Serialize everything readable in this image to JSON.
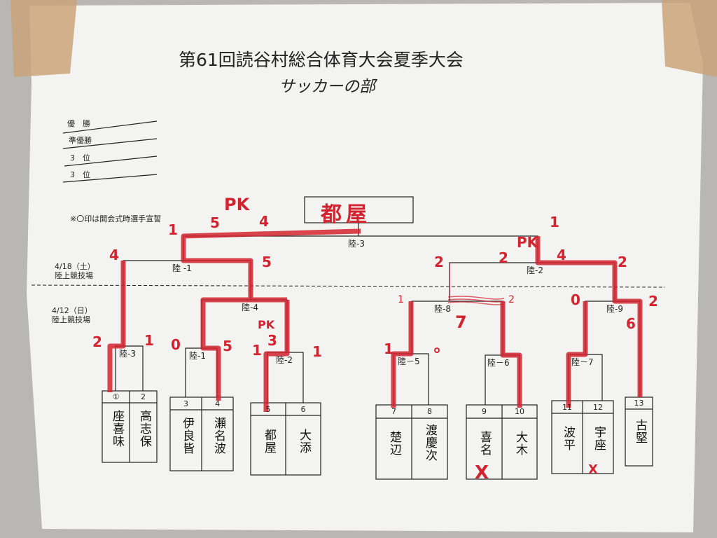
{
  "header": {
    "title": "第61回読谷村総合体育大会夏季大会",
    "subtitle": "サッカーの部"
  },
  "results": {
    "places": [
      "優　勝",
      "準優勝",
      "3　位",
      "3　位"
    ]
  },
  "note": "※〇印は開会式時選手宣誓",
  "dates": [
    {
      "date": "4/18（土）",
      "venue": "陸上競技場"
    },
    {
      "date": "4/12（日）",
      "venue": "陸上競技場"
    }
  ],
  "champion": "都屋",
  "matches": {
    "final": "陸-3",
    "semi_left": "陸 -1",
    "semi_right": "陸-2",
    "qf_4": "陸-4",
    "qf_8": "陸-8",
    "qf_9": "陸-9",
    "r1_3": "陸-3",
    "r1_1": "陸-1",
    "r1_2": "陸-2",
    "r1_5": "陸－5",
    "r1_6": "陸－6",
    "r1_7": "陸－7"
  },
  "teams": [
    {
      "no": "①",
      "name": "座喜味"
    },
    {
      "no": "2",
      "name": "高志保"
    },
    {
      "no": "3",
      "name": "伊良皆"
    },
    {
      "no": "4",
      "name": "瀬名波"
    },
    {
      "no": "5",
      "name": "都屋"
    },
    {
      "no": "6",
      "name": "大添"
    },
    {
      "no": "7",
      "name": "楚辺"
    },
    {
      "no": "8",
      "name": "渡慶次"
    },
    {
      "no": "9",
      "name": "喜名"
    },
    {
      "no": "10",
      "name": "大木"
    },
    {
      "no": "11",
      "name": "波平"
    },
    {
      "no": "12",
      "name": "宇座"
    },
    {
      "no": "13",
      "name": "古堅"
    }
  ],
  "annotations": [
    "PK",
    "5",
    "4",
    "1",
    "1",
    "4",
    "5",
    "2",
    "2",
    "PK",
    "4",
    "2",
    "2",
    "1",
    "0",
    "5",
    "PK",
    "3",
    "1",
    "1",
    "1",
    "°",
    "1",
    "2",
    "7",
    "0",
    "2",
    "6",
    "X",
    "X"
  ],
  "colors": {
    "marker": "#d3232f",
    "paper": "#f4f4f2",
    "wall": "#b9b7b3",
    "tape": "#c9a57a"
  }
}
